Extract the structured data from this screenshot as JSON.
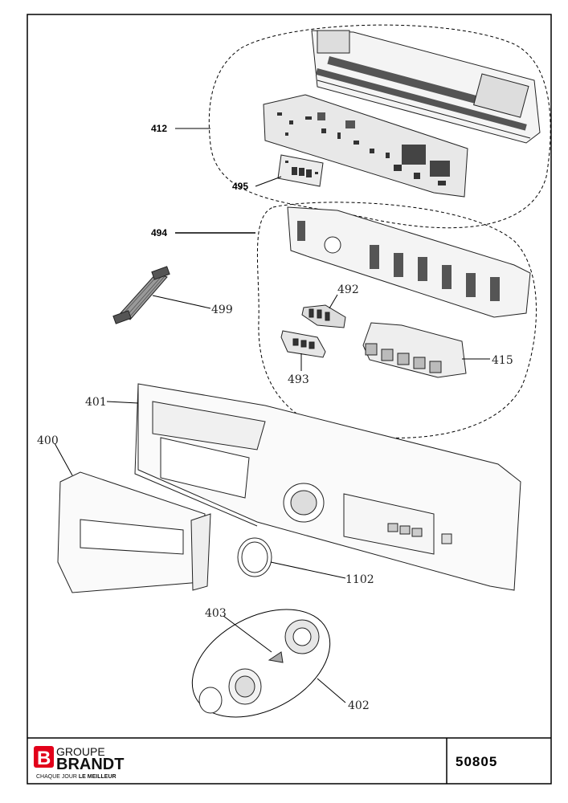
{
  "labels": {
    "l412": "412",
    "l495": "495",
    "l494": "494",
    "l492": "492",
    "l499": "499",
    "l415": "415",
    "l493": "493",
    "l401": "401",
    "l400": "400",
    "l1102": "1102",
    "l403": "403",
    "l402": "402"
  },
  "footer": {
    "brand_top": "GROUPE",
    "brand_main": "BRANDT",
    "tagline_a": "CHAQUE JOUR ",
    "tagline_b": "LE MEILLEUR",
    "logo_letter": "B",
    "code": "50805"
  },
  "colors": {
    "logo_red": "#e2001a",
    "line": "#000000"
  }
}
